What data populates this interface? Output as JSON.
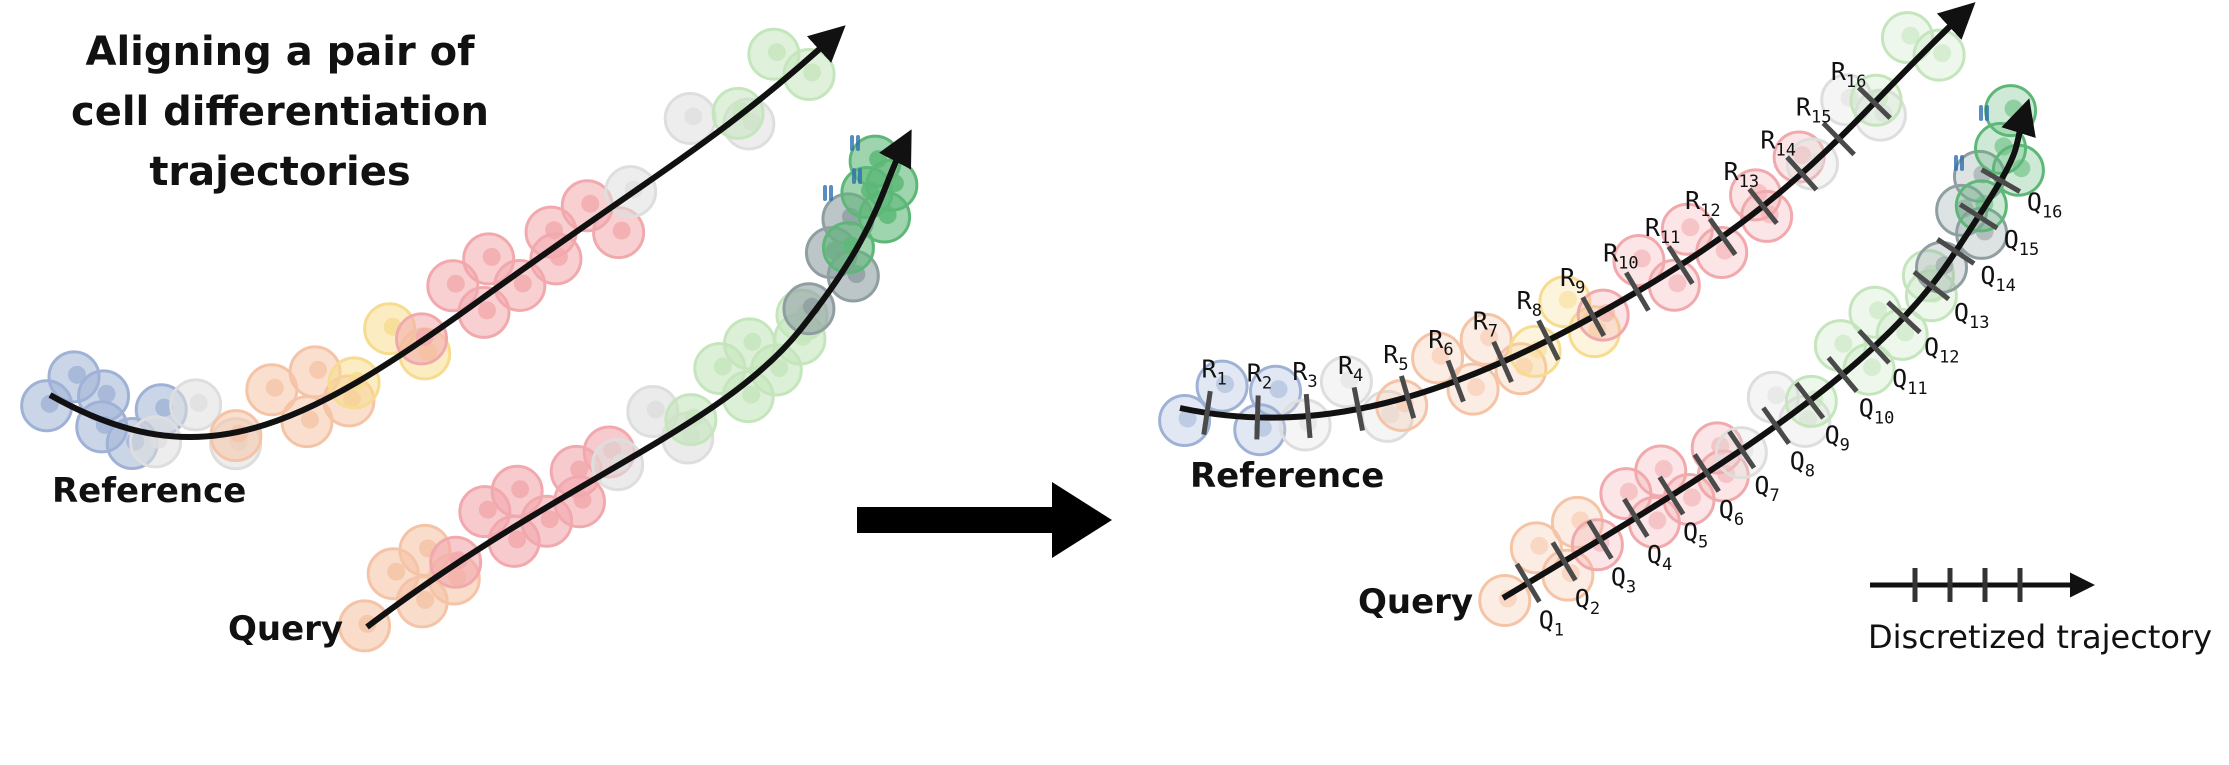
{
  "title_lines": [
    "Aligning a pair of",
    "cell differentiation",
    "trajectories"
  ],
  "left_panel": {
    "reference_label": "Reference",
    "query_label": "Query"
  },
  "right_panel": {
    "reference_label": "Reference",
    "query_label": "Query",
    "reference_ticks": [
      {
        "letter": "R",
        "sub": "1"
      },
      {
        "letter": "R",
        "sub": "2"
      },
      {
        "letter": "R",
        "sub": "3"
      },
      {
        "letter": "R",
        "sub": "4"
      },
      {
        "letter": "R",
        "sub": "5"
      },
      {
        "letter": "R",
        "sub": "6"
      },
      {
        "letter": "R",
        "sub": "7"
      },
      {
        "letter": "R",
        "sub": "8"
      },
      {
        "letter": "R",
        "sub": "9"
      },
      {
        "letter": "R",
        "sub": "10"
      },
      {
        "letter": "R",
        "sub": "11"
      },
      {
        "letter": "R",
        "sub": "12"
      },
      {
        "letter": "R",
        "sub": "13"
      },
      {
        "letter": "R",
        "sub": "14"
      },
      {
        "letter": "R",
        "sub": "15"
      },
      {
        "letter": "R",
        "sub": "16"
      }
    ],
    "query_ticks": [
      {
        "letter": "Q",
        "sub": "1"
      },
      {
        "letter": "Q",
        "sub": "2"
      },
      {
        "letter": "Q",
        "sub": "3"
      },
      {
        "letter": "Q",
        "sub": "4"
      },
      {
        "letter": "Q",
        "sub": "5"
      },
      {
        "letter": "Q",
        "sub": "6"
      },
      {
        "letter": "Q",
        "sub": "7"
      },
      {
        "letter": "Q",
        "sub": "8"
      },
      {
        "letter": "Q",
        "sub": "9"
      },
      {
        "letter": "Q",
        "sub": "10"
      },
      {
        "letter": "Q",
        "sub": "11"
      },
      {
        "letter": "Q",
        "sub": "12"
      },
      {
        "letter": "Q",
        "sub": "13"
      },
      {
        "letter": "Q",
        "sub": "14"
      },
      {
        "letter": "Q",
        "sub": "15"
      },
      {
        "letter": "Q",
        "sub": "16"
      }
    ],
    "legend_label": "Discretized trajectory"
  },
  "colors": {
    "blue": "#9fb2d6",
    "grey": "#dedede",
    "orange": "#f5c4a6",
    "yellow": "#f7dc8f",
    "red": "#f2a9ad",
    "green": "#c5e6bd",
    "dark_green": "#5db878",
    "slate": "#8f9fa1",
    "arrow": "#111111",
    "tick": "#4a4a4a"
  }
}
